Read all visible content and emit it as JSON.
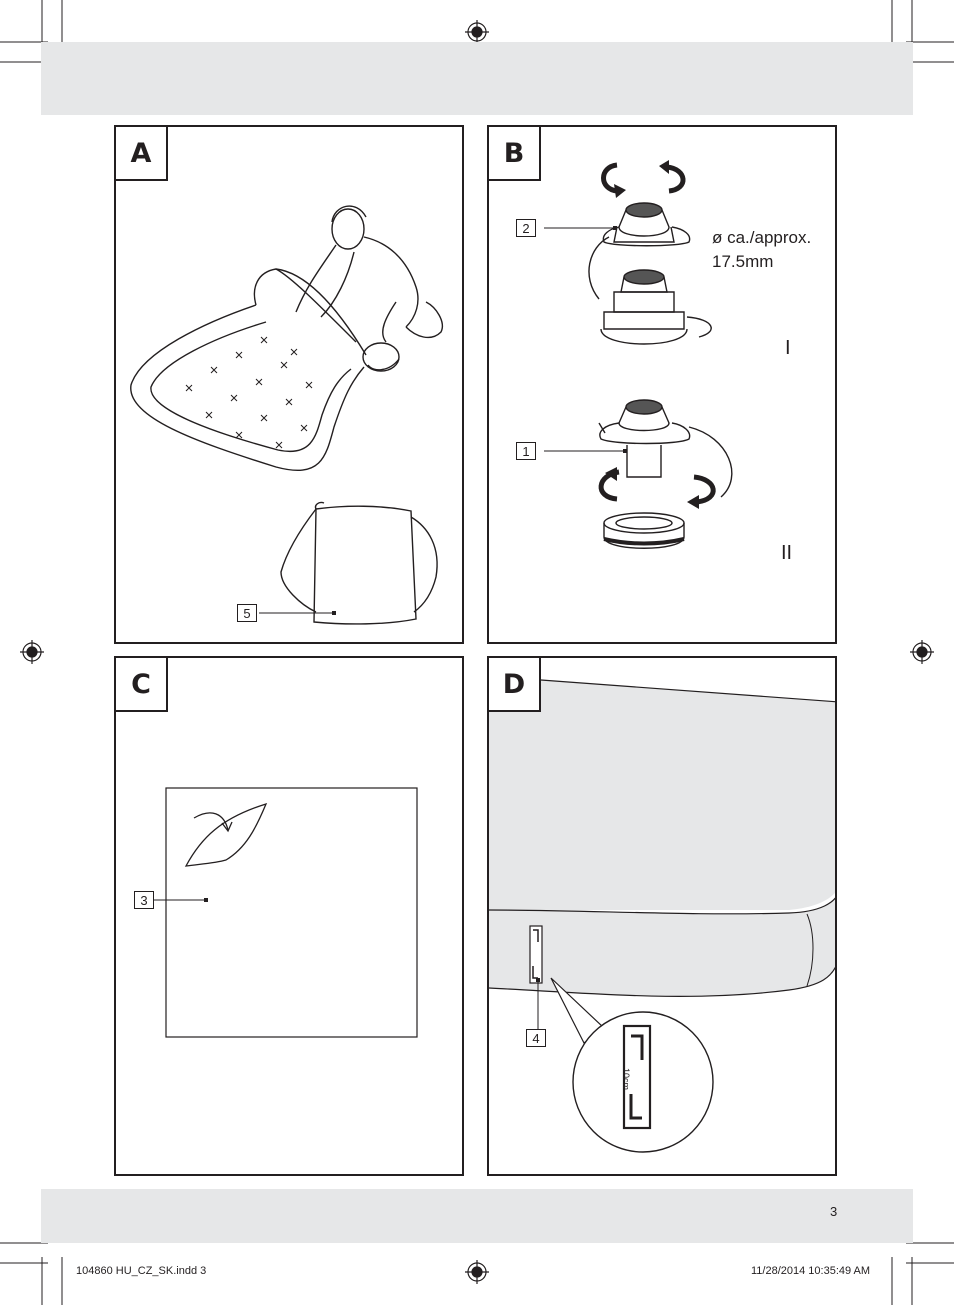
{
  "panels": {
    "a": {
      "label": "A",
      "callout": "5"
    },
    "b": {
      "label": "B",
      "callout_top": "2",
      "callout_bottom": "1",
      "spec_line1": "ø ca./approx.",
      "spec_line2": "17.5mm",
      "step1": "I",
      "step2": "II"
    },
    "c": {
      "label": "C",
      "callout": "3"
    },
    "d": {
      "label": "D",
      "callout": "4",
      "patch_label": "10cm"
    }
  },
  "page_number": "3",
  "slug": {
    "file": "104860 HU_CZ_SK.indd   3",
    "date": "11/28/2014   10:35:49 AM"
  },
  "colors": {
    "band": "#e6e7e8",
    "line": "#231f20",
    "gray_fill": "#e6e7e8"
  }
}
